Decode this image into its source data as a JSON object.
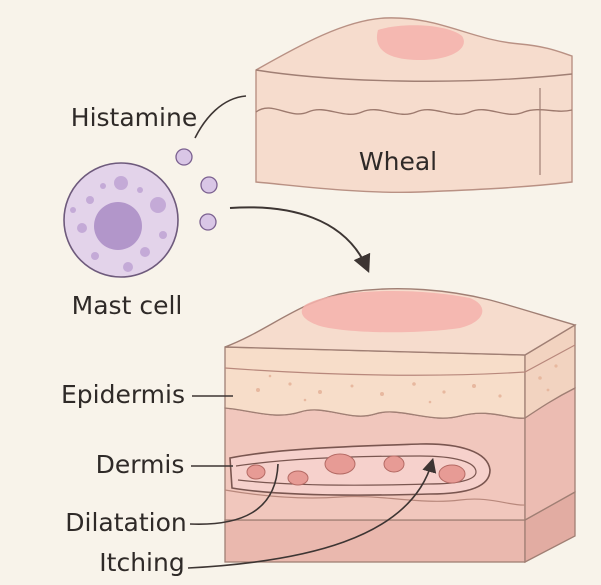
{
  "labels": {
    "histamine": "Histamine",
    "wheal": "Wheal",
    "mast_cell": "Mast cell",
    "epidermis": "Epidermis",
    "dermis": "Dermis",
    "dilatation": "Dilatation",
    "itching": "Itching"
  },
  "colors": {
    "background": "#f8f3ea",
    "skin_surface": "#f6dccd",
    "skin_side": "#f3d9cc",
    "epidermis": "#f7ddc9",
    "dermis": "#f1c7bd",
    "lower_layer": "#eab8ae",
    "wheal_spot": "#f4b2ab",
    "vessel": "#f6d1cc",
    "blood_cell": "#e79b95",
    "mast_cell": "#e3d3ea",
    "mast_nucleus": "#b296ca",
    "granule": "#c4aad7",
    "outline": "#5c4a45"
  },
  "icons": {
    "arrow": "curved-arrow-icon"
  }
}
